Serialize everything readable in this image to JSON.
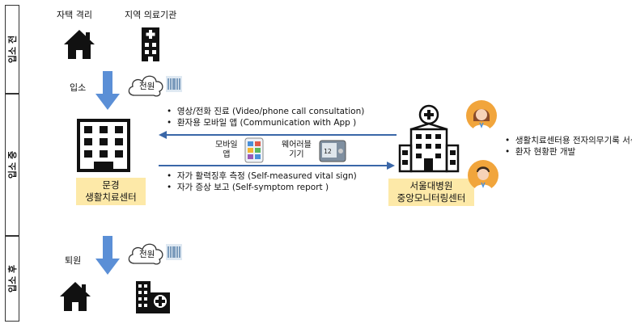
{
  "phases": {
    "pre": "입소 전",
    "during": "입소 중",
    "post": "입소 후"
  },
  "top": {
    "home_label": "자택 격리",
    "clinic_label": "지역 의료기관"
  },
  "transfers": {
    "admission": "입소",
    "admission_cloud": "전원",
    "discharge": "퇴원",
    "discharge_cloud": "전원"
  },
  "center": {
    "name_line1": "문경",
    "name_line2": "생활치료센터"
  },
  "hospital": {
    "name_line1": "서울대병원",
    "name_line2": "중앙모니터링센터"
  },
  "to_center": [
    "영상/전화 진료 (Video/phone call consultation)",
    "환자용 모바일 앱 (Communication with App )"
  ],
  "to_hospital": [
    "자가 활력징후 측정 (Self-measured vital sign)",
    "자가 증상 보고 (Self-symptom report )"
  ],
  "devices": {
    "mobile_line1": "모바일",
    "mobile_line2": "앱",
    "wearable_line1": "웨어러블",
    "wearable_line2": "기기"
  },
  "hospital_notes": [
    "생활치료센터용 전자의무기록 서식 도입",
    "환자 현황판 개발"
  ],
  "colors": {
    "arrow_blue": "#5b8fd6",
    "label_yellow": "#fde9a8",
    "staff_circle": "#f1a53c"
  }
}
